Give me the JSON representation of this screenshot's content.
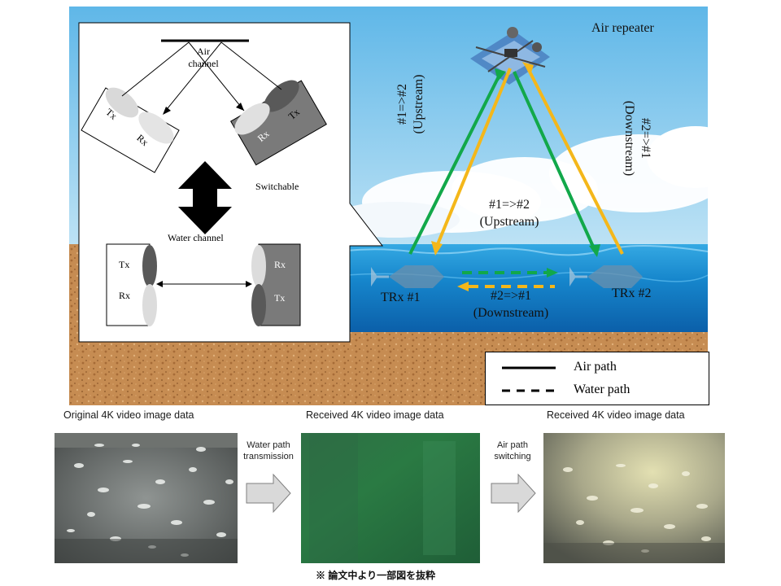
{
  "scene": {
    "air_repeater": "Air repeater",
    "trx1": "TRx #1",
    "trx2": "TRx #2",
    "up_left": [
      "#1=>#2",
      "(Upstream)"
    ],
    "down_right": [
      "#2=>#1",
      "(Downstream)"
    ],
    "mid_up": [
      "#1=>#2",
      "(Upstream)"
    ],
    "mid_down": [
      "#2=>#1",
      "(Downstream)"
    ],
    "colors": {
      "sky": "#7cc3ea",
      "sea": "#1a7fc1",
      "sand": "#c4894f",
      "green_path": "#12a84a",
      "yellow_path": "#f4b71a"
    }
  },
  "inset": {
    "air_channel": [
      "Air",
      "channel"
    ],
    "switchable": "Switchable",
    "water_channel": "Water channel",
    "tx": "Tx",
    "rx": "Rx"
  },
  "legend": {
    "air_path": "Air path",
    "water_path": "Water path"
  },
  "bottom": {
    "caption_original": "Original 4K video image data",
    "caption_received_1": "Received 4K video image data",
    "caption_received_2": "Received 4K video image data",
    "step1": [
      "Water path",
      "transmission"
    ],
    "step2": [
      "Air path",
      "switching"
    ],
    "footnote": "※ 論文中より一部図を抜粋"
  }
}
